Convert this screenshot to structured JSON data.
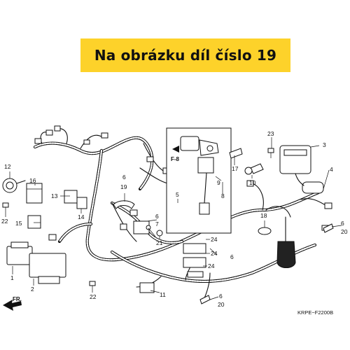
{
  "banner": {
    "text": "Na obrázku díl číslo 19",
    "color": "#fdd22a"
  },
  "diagram": {
    "code": "KRPE−F2200B",
    "front_marker": "FR.",
    "subassembly_label": "F-8",
    "callouts": [
      "1",
      "2",
      "3",
      "4",
      "5",
      "6",
      "6",
      "6",
      "6",
      "6",
      "7",
      "8",
      "9",
      "10",
      "11",
      "12",
      "13",
      "14",
      "15",
      "16",
      "17",
      "18",
      "19",
      "20",
      "20",
      "21",
      "22",
      "22",
      "23",
      "24",
      "24",
      "24"
    ]
  }
}
